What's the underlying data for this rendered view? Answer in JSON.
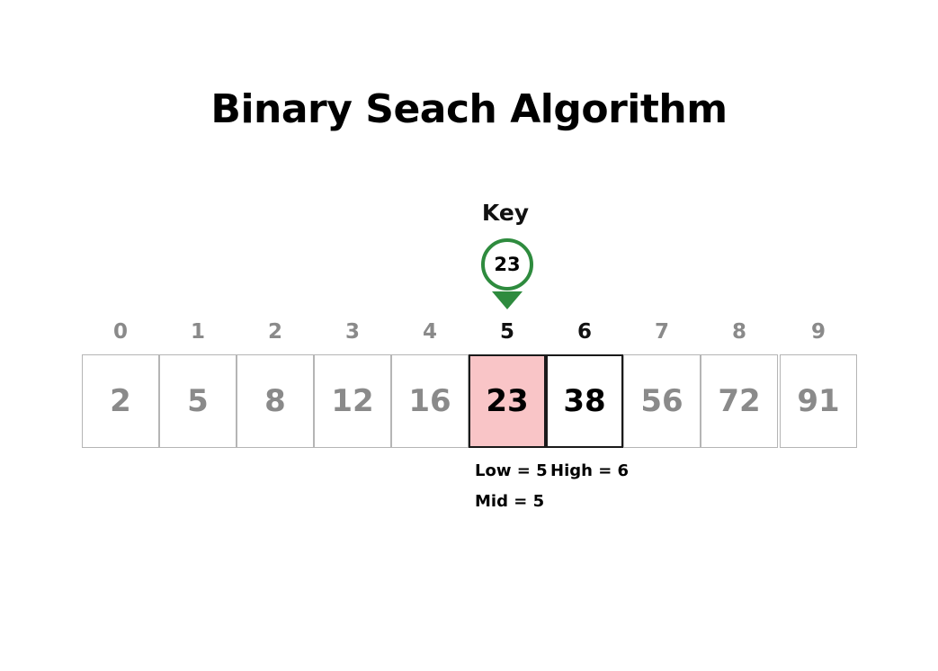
{
  "title": "Binary Seach Algorithm",
  "key": {
    "label": "Key",
    "value": "23",
    "color": "#2e8b3e"
  },
  "array": {
    "indices": [
      "0",
      "1",
      "2",
      "3",
      "4",
      "5",
      "6",
      "7",
      "8",
      "9"
    ],
    "values": [
      "2",
      "5",
      "8",
      "12",
      "16",
      "23",
      "38",
      "56",
      "72",
      "91"
    ],
    "active_range_indices": [
      5,
      6
    ],
    "highlighted_index": 5,
    "highlight_color": "#f9c5c7"
  },
  "pointers": {
    "low": "Low = 5",
    "high": "High = 6",
    "mid": "Mid = 5"
  }
}
